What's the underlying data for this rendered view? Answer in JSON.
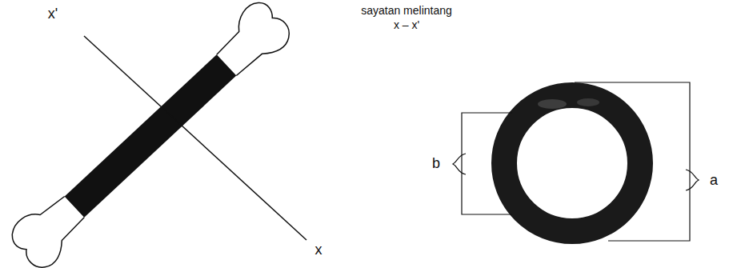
{
  "diagram": {
    "labels": [
      "x'",
      "x",
      "sayatan melintang",
      "x – x'",
      "b",
      "a"
    ]
  }
}
